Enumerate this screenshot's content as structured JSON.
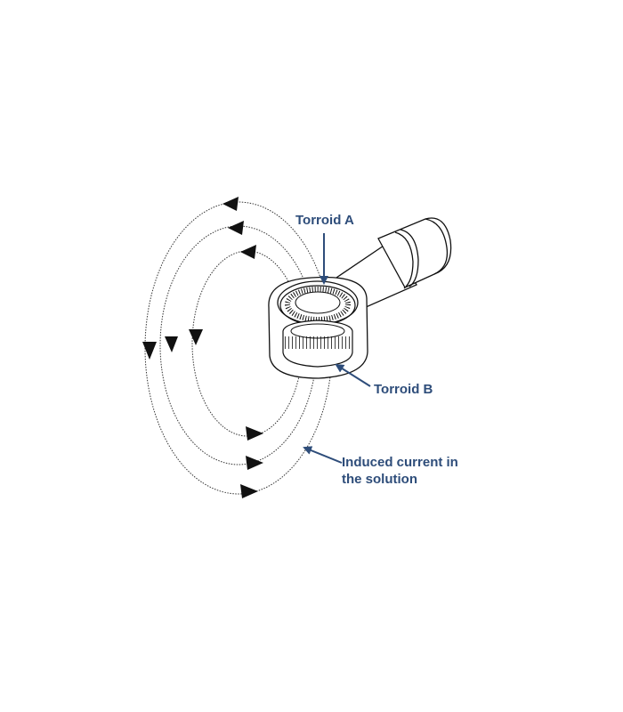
{
  "labels": {
    "toroid_a": "Torroid A",
    "toroid_b": "Torroid B",
    "induced_line1": "Induced current in",
    "induced_line2": "the solution"
  },
  "colors": {
    "label": "#2e4d7a",
    "line": "#222222"
  }
}
